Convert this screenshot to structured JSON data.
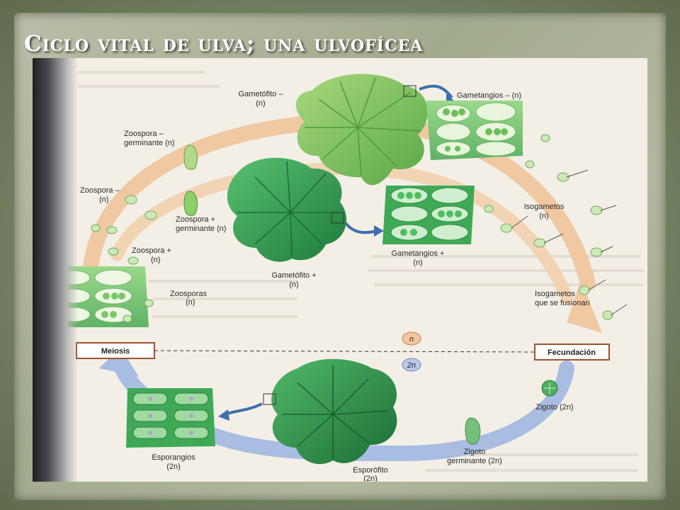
{
  "title": "Ciclo vital  de ulva; una  ulvofícea",
  "colors": {
    "upper_arrow": "#f0c8a2",
    "lower_arrow": "#a9bde2",
    "light_thallus": "#7fc25a",
    "dark_thallus": "#2f9a4a",
    "meiosis_box": "#a0522d"
  },
  "labels": {
    "gametofito_minus": "Gametófito –",
    "gametofito_minus_ploidy": "(n)",
    "gametangios_minus": "Gametangios – (n)",
    "zoospora_minus_germinante": "Zoospora –",
    "zoospora_minus_germinante_2": "germinante (n)",
    "zoospora_minus": "Zoospora –",
    "zoospora_minus_ploidy": "(n)",
    "zoospora_plus_germinante": "Zoospora +",
    "zoospora_plus_germinante_2": "germinante (n)",
    "zoospora_plus": "Zoospora +",
    "zoospora_plus_ploidy": "(n)",
    "zoosporas": "Zoosporas",
    "zoosporas_ploidy": "(n)",
    "gametofito_plus": "Gametófito +",
    "gametofito_plus_ploidy": "(n)",
    "gametangios_plus": "Gametangios +",
    "gametangios_plus_ploidy": "(n)",
    "isogametos": "Isogametos",
    "isogametos_ploidy": "(n)",
    "isogametos_fusion": "Isogametos",
    "isogametos_fusion_2": "que se fusionan",
    "meiosis": "Meiosis",
    "fecundacion": "Fecundación",
    "haploid": "n",
    "diploid": "2n",
    "zigoto": "Zigoto (2n)",
    "zigoto_germinante": "Zigoto",
    "zigoto_germinante_2": "germinante (2n)",
    "esporangios": "Esporangios",
    "esporangios_ploidy": "(2n)",
    "esporofito": "Esporófito",
    "esporofito_ploidy": "(2n)"
  }
}
